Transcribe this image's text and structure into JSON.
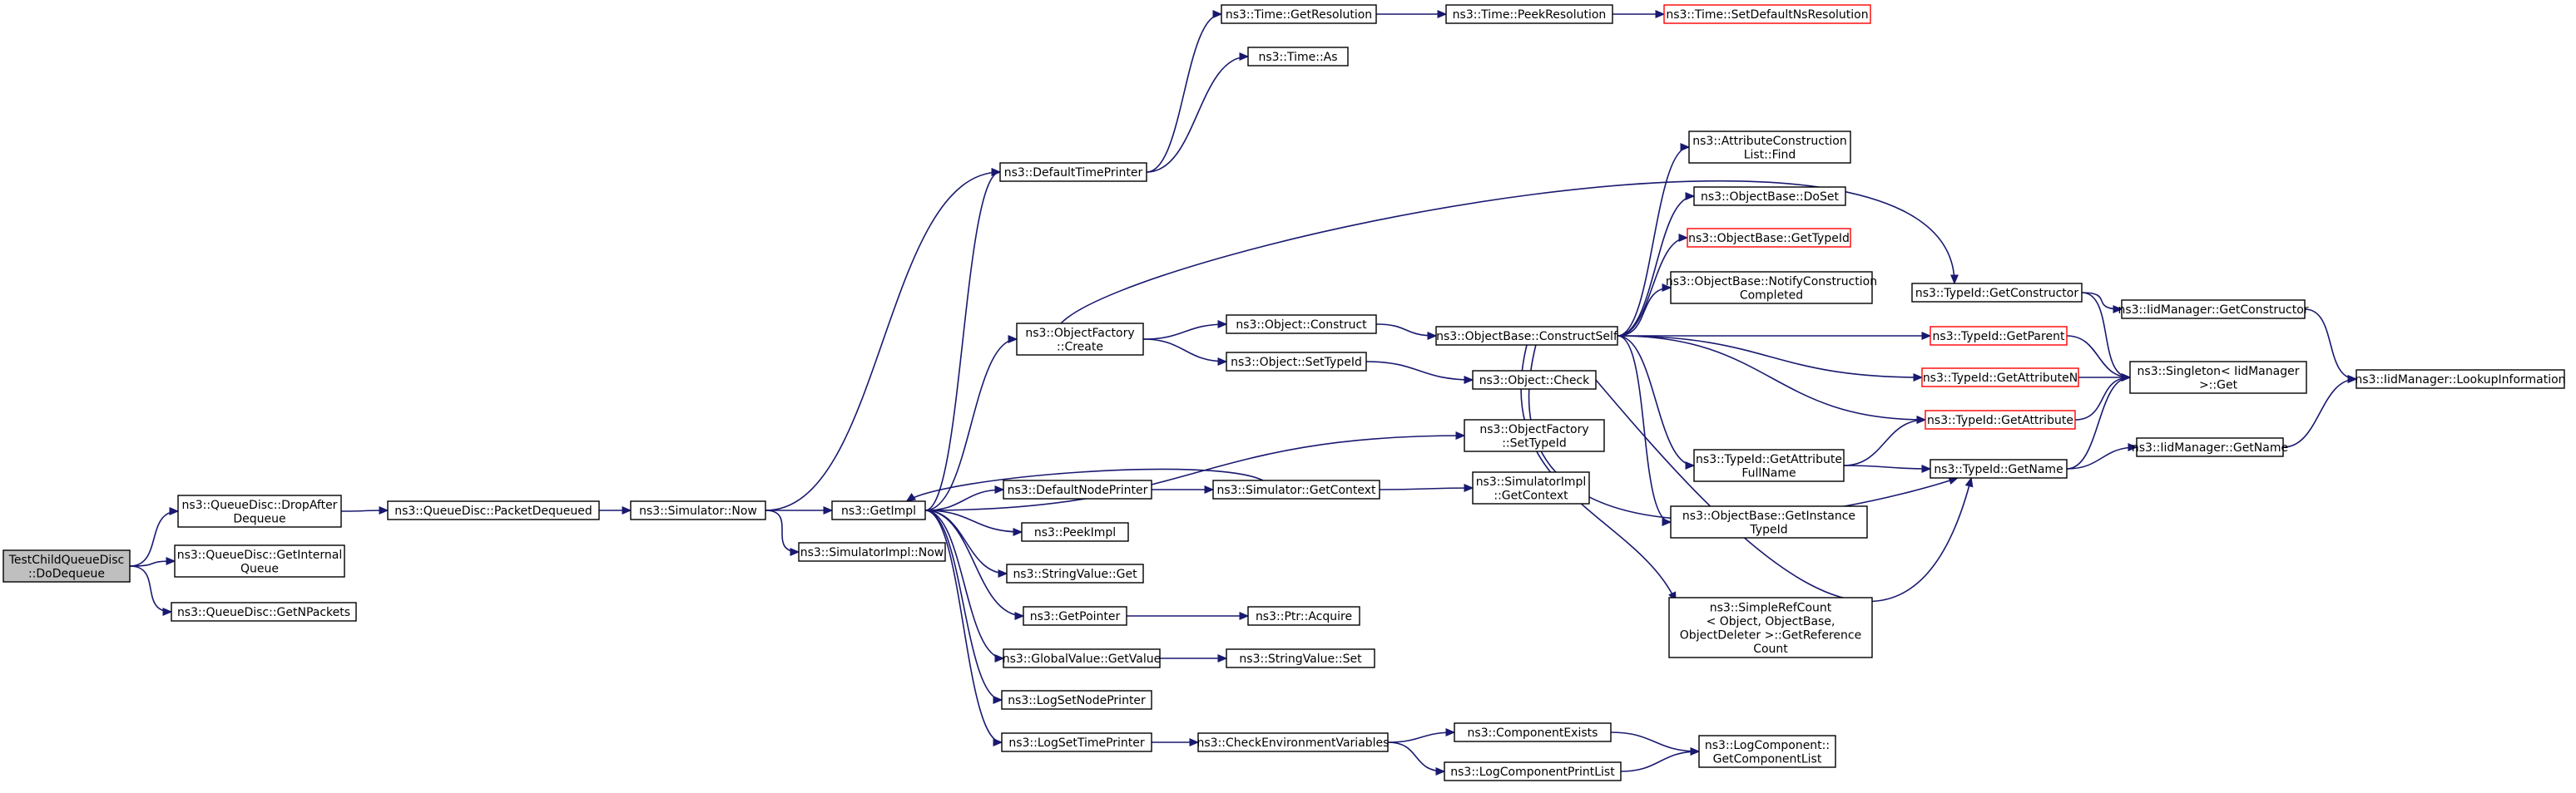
{
  "diagram": {
    "nodes": [
      {
        "id": "root",
        "lines": [
          "TestChildQueueDisc",
          "::DoDequeue"
        ],
        "style": "root"
      },
      {
        "id": "dropafterdequeue",
        "lines": [
          "ns3::QueueDisc::DropAfter",
          "Dequeue"
        ],
        "style": "normal"
      },
      {
        "id": "getinternalqueue",
        "lines": [
          "ns3::QueueDisc::GetInternal",
          "Queue"
        ],
        "style": "normal"
      },
      {
        "id": "getnpackets",
        "lines": [
          "ns3::QueueDisc::GetNPackets"
        ],
        "style": "normal"
      },
      {
        "id": "packetdequeued",
        "lines": [
          "ns3::QueueDisc::PacketDequeued"
        ],
        "style": "normal"
      },
      {
        "id": "simnow",
        "lines": [
          "ns3::Simulator::Now"
        ],
        "style": "normal"
      },
      {
        "id": "getimpl",
        "lines": [
          "ns3::GetImpl"
        ],
        "style": "normal"
      },
      {
        "id": "simimplnow",
        "lines": [
          "ns3::SimulatorImpl::Now"
        ],
        "style": "normal"
      },
      {
        "id": "defaulttimeprinter",
        "lines": [
          "ns3::DefaultTimePrinter"
        ],
        "style": "normal"
      },
      {
        "id": "gettimeresolution",
        "lines": [
          "ns3::Time::GetResolution"
        ],
        "style": "normal"
      },
      {
        "id": "peekresolution",
        "lines": [
          "ns3::Time::PeekResolution"
        ],
        "style": "normal"
      },
      {
        "id": "setdefaultns",
        "lines": [
          "ns3::Time::SetDefaultNsResolution"
        ],
        "style": "red"
      },
      {
        "id": "timeas",
        "lines": [
          "ns3::Time::As"
        ],
        "style": "normal"
      },
      {
        "id": "objfactorycreate",
        "lines": [
          "ns3::ObjectFactory",
          "::Create"
        ],
        "style": "normal"
      },
      {
        "id": "objconstruct",
        "lines": [
          "ns3::Object::Construct"
        ],
        "style": "normal"
      },
      {
        "id": "objsettypeid",
        "lines": [
          "ns3::Object::SetTypeId"
        ],
        "style": "normal"
      },
      {
        "id": "constructself",
        "lines": [
          "ns3::ObjectBase::ConstructSelf"
        ],
        "style": "normal"
      },
      {
        "id": "attrlistfind",
        "lines": [
          "ns3::AttributeConstruction",
          "List::Find"
        ],
        "style": "normal"
      },
      {
        "id": "doset",
        "lines": [
          "ns3::ObjectBase::DoSet"
        ],
        "style": "normal"
      },
      {
        "id": "obgettypeid",
        "lines": [
          "ns3::ObjectBase::GetTypeId"
        ],
        "style": "red"
      },
      {
        "id": "notifyconstruction",
        "lines": [
          "ns3::ObjectBase::NotifyConstruction",
          "Completed"
        ],
        "style": "normal"
      },
      {
        "id": "objcheck",
        "lines": [
          "ns3::Object::Check"
        ],
        "style": "normal"
      },
      {
        "id": "ofsettypeid",
        "lines": [
          "ns3::ObjectFactory",
          "::SetTypeId"
        ],
        "style": "normal"
      },
      {
        "id": "simgetcontext",
        "lines": [
          "ns3::Simulator::GetContext"
        ],
        "style": "normal"
      },
      {
        "id": "simimplgetcontext",
        "lines": [
          "ns3::SimulatorImpl",
          "::GetContext"
        ],
        "style": "normal"
      },
      {
        "id": "defaultnodeprinter",
        "lines": [
          "ns3::DefaultNodePrinter"
        ],
        "style": "normal"
      },
      {
        "id": "peekimpl",
        "lines": [
          "ns3::PeekImpl"
        ],
        "style": "normal"
      },
      {
        "id": "stringvalueget",
        "lines": [
          "ns3::StringValue::Get"
        ],
        "style": "normal"
      },
      {
        "id": "getpointer",
        "lines": [
          "ns3::GetPointer"
        ],
        "style": "normal"
      },
      {
        "id": "ptracquire",
        "lines": [
          "ns3::Ptr::Acquire"
        ],
        "style": "normal"
      },
      {
        "id": "globalvaluegetvalue",
        "lines": [
          "ns3::GlobalValue::GetValue"
        ],
        "style": "normal"
      },
      {
        "id": "stringvalueset",
        "lines": [
          "ns3::StringValue::Set"
        ],
        "style": "normal"
      },
      {
        "id": "logsetnodeprinter",
        "lines": [
          "ns3::LogSetNodePrinter"
        ],
        "style": "normal"
      },
      {
        "id": "logsettimeprinter",
        "lines": [
          "ns3::LogSetTimePrinter"
        ],
        "style": "normal"
      },
      {
        "id": "checkenv",
        "lines": [
          "ns3::CheckEnvironmentVariables"
        ],
        "style": "normal"
      },
      {
        "id": "componentexists",
        "lines": [
          "ns3::ComponentExists"
        ],
        "style": "normal"
      },
      {
        "id": "logcomponentprintlist",
        "lines": [
          "ns3::LogComponentPrintList"
        ],
        "style": "normal"
      },
      {
        "id": "getcomponentlist",
        "lines": [
          "ns3::LogComponent::",
          "GetComponentList"
        ],
        "style": "normal"
      },
      {
        "id": "tidgetattrfullname",
        "lines": [
          "ns3::TypeId::GetAttribute",
          "FullName"
        ],
        "style": "normal"
      },
      {
        "id": "getinstancetypeid",
        "lines": [
          "ns3::ObjectBase::GetInstance",
          "TypeId"
        ],
        "style": "normal"
      },
      {
        "id": "simplerefcount",
        "lines": [
          "ns3::SimpleRefCount",
          "< Object, ObjectBase,",
          "ObjectDeleter >::GetReference",
          "Count"
        ],
        "style": "normal"
      },
      {
        "id": "tidgetconstructor",
        "lines": [
          "ns3::TypeId::GetConstructor"
        ],
        "style": "normal"
      },
      {
        "id": "tidgetparent",
        "lines": [
          "ns3::TypeId::GetParent"
        ],
        "style": "red"
      },
      {
        "id": "tidgetattributen",
        "lines": [
          "ns3::TypeId::GetAttributeN"
        ],
        "style": "red"
      },
      {
        "id": "tidgetattribute",
        "lines": [
          "ns3::TypeId::GetAttribute"
        ],
        "style": "red"
      },
      {
        "id": "tidgetname",
        "lines": [
          "ns3::TypeId::GetName"
        ],
        "style": "normal"
      },
      {
        "id": "iidgetconstructor",
        "lines": [
          "ns3::IidManager::GetConstructor"
        ],
        "style": "normal"
      },
      {
        "id": "singletonget",
        "lines": [
          "ns3::Singleton< IidManager",
          ">::Get"
        ],
        "style": "normal"
      },
      {
        "id": "iidgetname",
        "lines": [
          "ns3::IidManager::GetName"
        ],
        "style": "normal"
      },
      {
        "id": "iidlookup",
        "lines": [
          "ns3::IidManager::LookupInformation"
        ],
        "style": "normal"
      }
    ],
    "edges": [
      [
        "root",
        "dropafterdequeue"
      ],
      [
        "root",
        "getinternalqueue"
      ],
      [
        "root",
        "getnpackets"
      ],
      [
        "dropafterdequeue",
        "packetdequeued"
      ],
      [
        "packetdequeued",
        "simnow"
      ],
      [
        "simnow",
        "getimpl"
      ],
      [
        "simnow",
        "simimplnow"
      ],
      [
        "simnow",
        "defaulttimeprinter"
      ],
      [
        "defaulttimeprinter",
        "gettimeresolution"
      ],
      [
        "defaulttimeprinter",
        "timeas"
      ],
      [
        "gettimeresolution",
        "peekresolution"
      ],
      [
        "peekresolution",
        "setdefaultns"
      ],
      [
        "getimpl",
        "defaulttimeprinter"
      ],
      [
        "getimpl",
        "objfactorycreate"
      ],
      [
        "getimpl",
        "ofsettypeid"
      ],
      [
        "getimpl",
        "defaultnodeprinter"
      ],
      [
        "getimpl",
        "peekimpl"
      ],
      [
        "getimpl",
        "stringvalueget"
      ],
      [
        "getimpl",
        "getpointer"
      ],
      [
        "getimpl",
        "globalvaluegetvalue"
      ],
      [
        "getimpl",
        "logsetnodeprinter"
      ],
      [
        "getimpl",
        "logsettimeprinter"
      ],
      [
        "simgetcontext",
        "getimpl"
      ],
      [
        "simgetcontext",
        "simimplgetcontext"
      ],
      [
        "defaultnodeprinter",
        "simgetcontext"
      ],
      [
        "getpointer",
        "ptracquire"
      ],
      [
        "globalvaluegetvalue",
        "stringvalueset"
      ],
      [
        "logsettimeprinter",
        "checkenv"
      ],
      [
        "checkenv",
        "componentexists"
      ],
      [
        "checkenv",
        "logcomponentprintlist"
      ],
      [
        "componentexists",
        "getcomponentlist"
      ],
      [
        "logcomponentprintlist",
        "getcomponentlist"
      ],
      [
        "objfactorycreate",
        "objconstruct"
      ],
      [
        "objfactorycreate",
        "objsettypeid"
      ],
      [
        "objfactorycreate",
        "tidgetconstructor"
      ],
      [
        "objconstruct",
        "constructself"
      ],
      [
        "objsettypeid",
        "objcheck"
      ],
      [
        "constructself",
        "attrlistfind"
      ],
      [
        "constructself",
        "doset"
      ],
      [
        "constructself",
        "obgettypeid"
      ],
      [
        "constructself",
        "notifyconstruction"
      ],
      [
        "constructself",
        "tidgetparent"
      ],
      [
        "constructself",
        "tidgetattributen"
      ],
      [
        "constructself",
        "tidgetattribute"
      ],
      [
        "constructself",
        "tidgetattrfullname"
      ],
      [
        "constructself",
        "getinstancetypeid"
      ],
      [
        "constructself",
        "simplerefcount"
      ],
      [
        "constructself",
        "tidgetname"
      ],
      [
        "objcheck",
        "tidgetname"
      ],
      [
        "tidgetattrfullname",
        "tidgetattribute"
      ],
      [
        "tidgetattrfullname",
        "tidgetname"
      ],
      [
        "tidgetconstructor",
        "iidgetconstructor"
      ],
      [
        "tidgetconstructor",
        "singletonget"
      ],
      [
        "tidgetparent",
        "singletonget"
      ],
      [
        "tidgetattributen",
        "singletonget"
      ],
      [
        "tidgetattribute",
        "singletonget"
      ],
      [
        "tidgetname",
        "iidgetname"
      ],
      [
        "tidgetname",
        "singletonget"
      ],
      [
        "iidgetconstructor",
        "iidlookup"
      ],
      [
        "iidgetname",
        "iidlookup"
      ]
    ]
  }
}
